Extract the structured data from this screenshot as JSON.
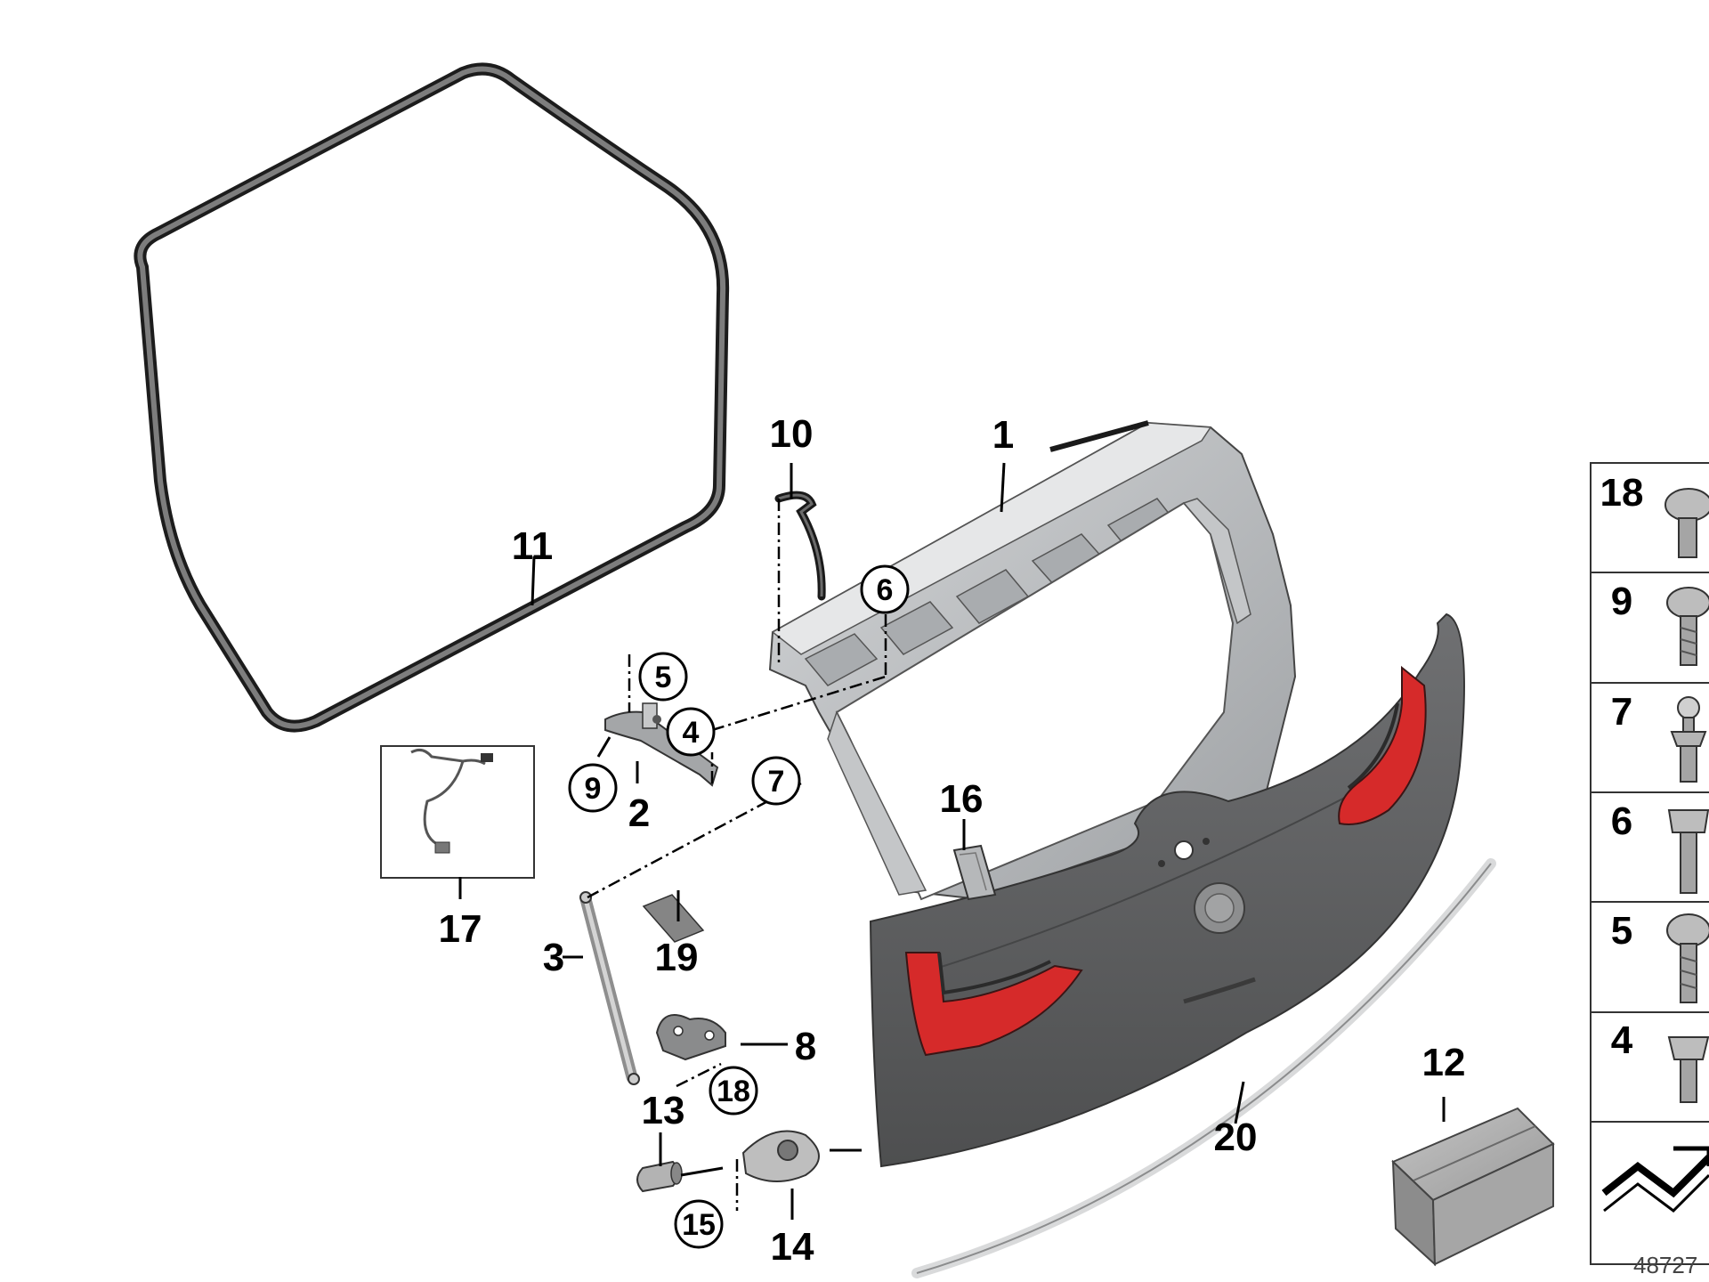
{
  "diagram": {
    "callouts": {
      "c1": "1",
      "c2": "2",
      "c3": "3",
      "c4": "4",
      "c5": "5",
      "c6": "6",
      "c7": "7",
      "c8": "8",
      "c9": "9",
      "c10": "10",
      "c11": "11",
      "c12": "12",
      "c13": "13",
      "c14": "14",
      "c15": "15",
      "c16": "16",
      "c17": "17",
      "c18": "18",
      "c19": "19",
      "c20": "20"
    },
    "legend": [
      "18",
      "9",
      "7",
      "6",
      "5",
      "4"
    ],
    "diagram_id": "48727"
  },
  "colors": {
    "panel_dark": "#5f6061",
    "panel_light": "#b9bbbd",
    "lamp_red": "#d62a2a",
    "outline": "#1a1a1a"
  }
}
